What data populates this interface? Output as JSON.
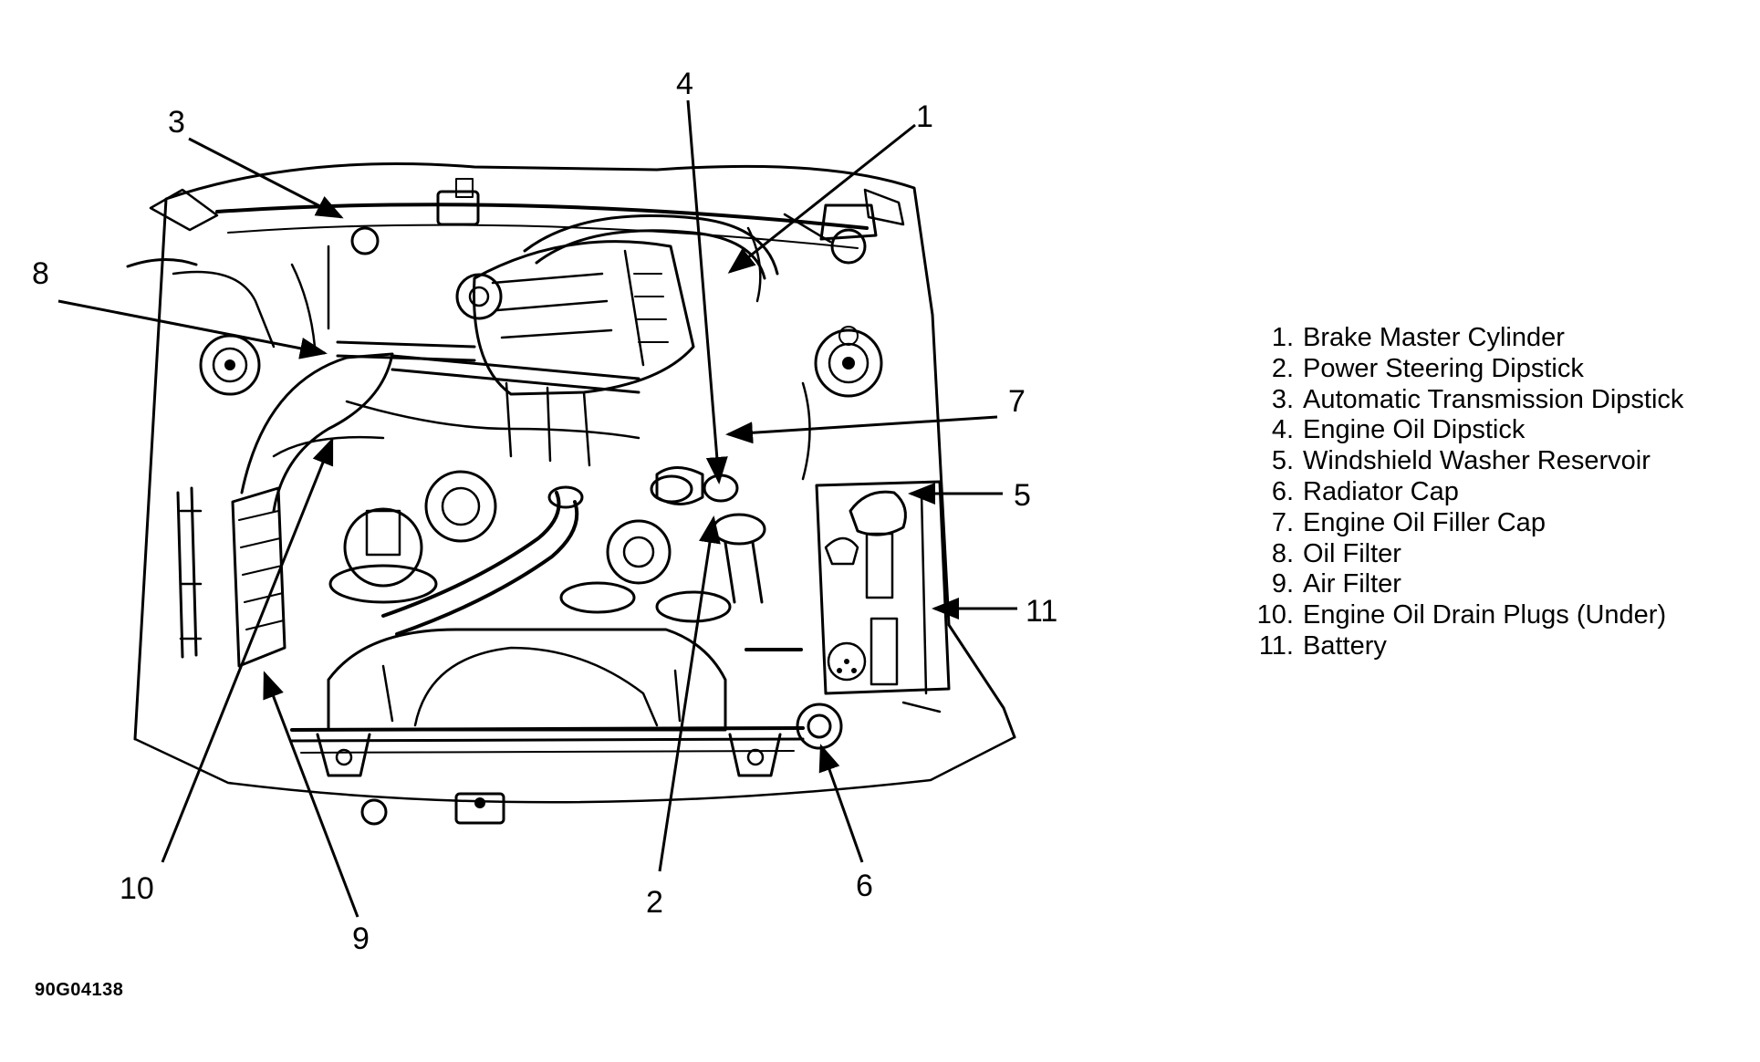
{
  "callouts": [
    {
      "num": "1"
    },
    {
      "num": "2"
    },
    {
      "num": "3"
    },
    {
      "num": "4"
    },
    {
      "num": "5"
    },
    {
      "num": "6"
    },
    {
      "num": "7"
    },
    {
      "num": "8"
    },
    {
      "num": "9"
    },
    {
      "num": "10"
    },
    {
      "num": "11"
    }
  ],
  "legend": [
    {
      "num": "1.",
      "label": "Brake Master Cylinder"
    },
    {
      "num": "2.",
      "label": "Power Steering Dipstick"
    },
    {
      "num": "3.",
      "label": "Automatic Transmission Dipstick"
    },
    {
      "num": "4.",
      "label": "Engine Oil Dipstick"
    },
    {
      "num": "5.",
      "label": "Windshield Washer Reservoir"
    },
    {
      "num": "6.",
      "label": "Radiator Cap"
    },
    {
      "num": "7.",
      "label": "Engine Oil Filler Cap"
    },
    {
      "num": "8.",
      "label": "Oil Filter"
    },
    {
      "num": "9.",
      "label": "Air Filter"
    },
    {
      "num": "10.",
      "label": "Engine Oil Drain Plugs (Under)"
    },
    {
      "num": "11.",
      "label": "Battery"
    }
  ],
  "figure_code": "90G04138"
}
